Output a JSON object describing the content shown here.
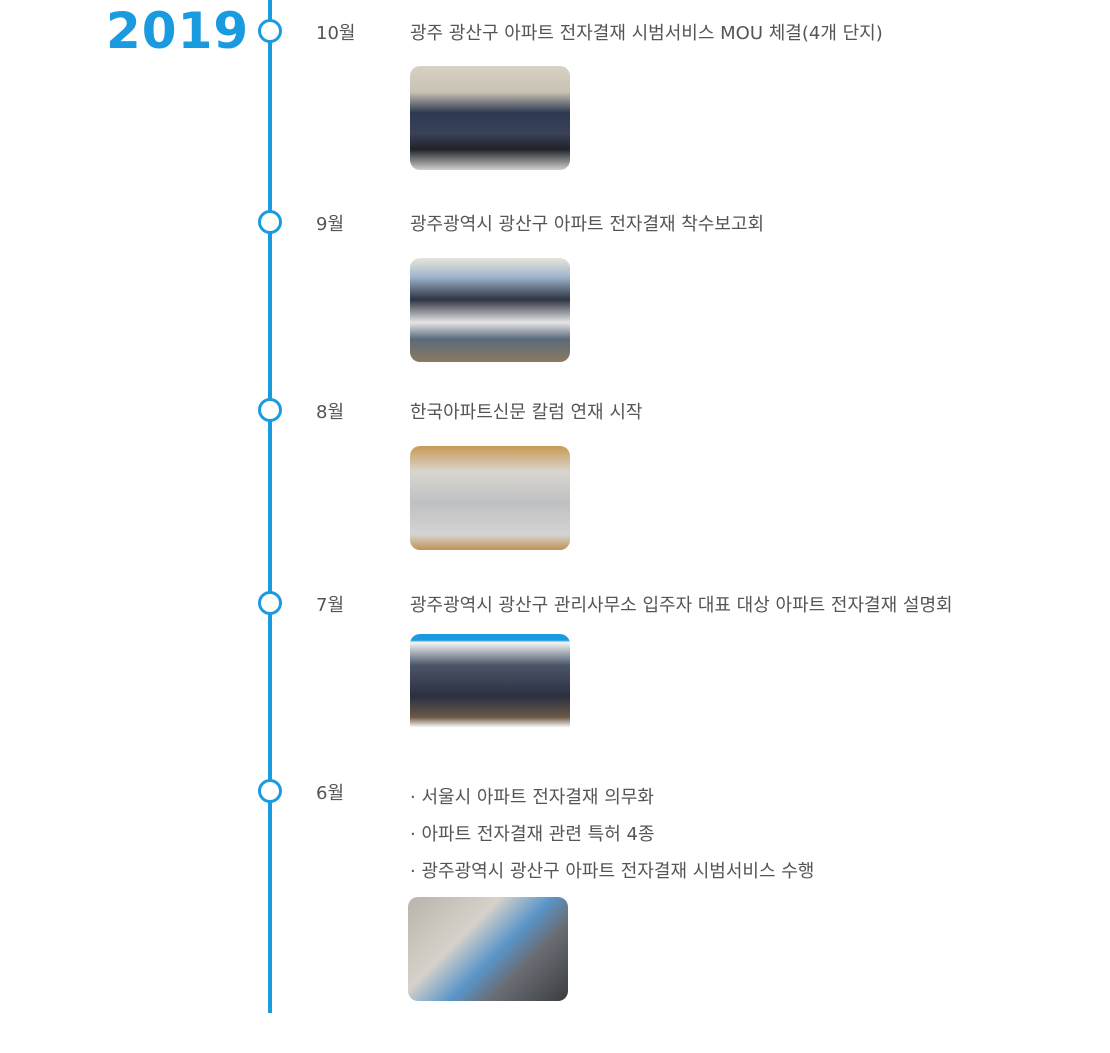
{
  "year": "2019",
  "accent_color": "#1a9be0",
  "entries": [
    {
      "month": "10월",
      "title": "광주 광산구 아파트 전자결재 시범서비스 MOU 체결(4개 단지)"
    },
    {
      "month": "9월",
      "title": "광주광역시 광산구 아파트 전자결재 착수보고회"
    },
    {
      "month": "8월",
      "title": "한국아파트신문 칼럼 연재 시작"
    },
    {
      "month": "7월",
      "title": "광주광역시 광산구 관리사무소 입주자 대표 대상 아파트 전자결재 설명회"
    },
    {
      "month": "6월",
      "items": [
        "· 서울시 아파트 전자결재 의무화",
        "· 아파트 전자결재 관련 특허 4종",
        "· 광주광역시 광산구 아파트 전자결재 시범서비스 수행"
      ]
    }
  ]
}
